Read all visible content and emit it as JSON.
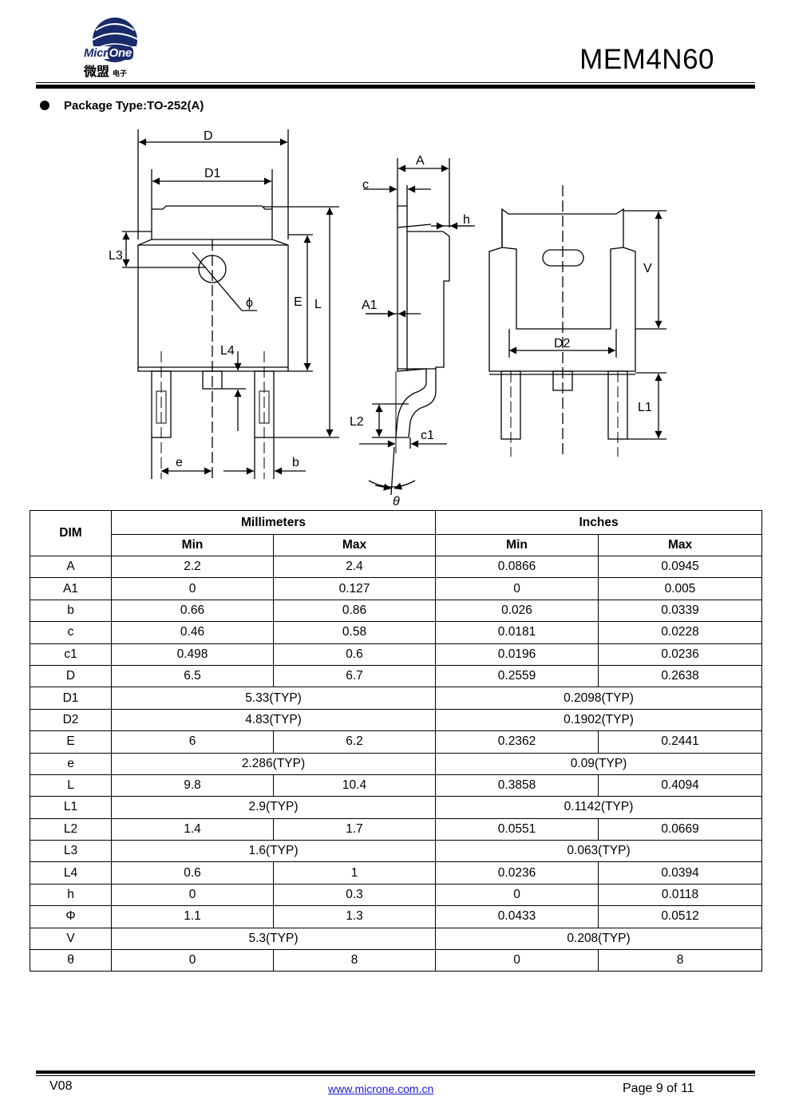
{
  "header": {
    "logo_text_en_a": "Micr",
    "logo_text_en_b": "One",
    "logo_text_cn": "微盟",
    "logo_text_cn_small": "电子",
    "doc_title": "MEM4N60"
  },
  "section": {
    "label": "Package Type:TO-252(A)"
  },
  "diagram_labels": {
    "D": "D",
    "D1": "D1",
    "L3": "L3",
    "phi": "ϕ",
    "E": "E",
    "L": "L",
    "L4": "L4",
    "e": "e",
    "b": "b",
    "A": "A",
    "c": "c",
    "h": "h",
    "A1": "A1",
    "L2": "L2",
    "c1": "c1",
    "theta": "θ",
    "V": "V",
    "D2": "D2",
    "L1": "L1"
  },
  "table": {
    "dim_header": "DIM",
    "mm_header": "Millimeters",
    "in_header": "Inches",
    "min_label": "Min",
    "max_label": "Max",
    "rows": [
      {
        "dim": "A",
        "mm_min": "2.2",
        "mm_max": "2.4",
        "in_min": "0.0866",
        "in_max": "0.0945"
      },
      {
        "dim": "A1",
        "mm_min": "0",
        "mm_max": "0.127",
        "in_min": "0",
        "in_max": "0.005"
      },
      {
        "dim": "b",
        "mm_min": "0.66",
        "mm_max": "0.86",
        "in_min": "0.026",
        "in_max": "0.0339"
      },
      {
        "dim": "c",
        "mm_min": "0.46",
        "mm_max": "0.58",
        "in_min": "0.0181",
        "in_max": "0.0228"
      },
      {
        "dim": "c1",
        "mm_min": "0.498",
        "mm_max": "0.6",
        "in_min": "0.0196",
        "in_max": "0.0236"
      },
      {
        "dim": "D",
        "mm_min": "6.5",
        "mm_max": "6.7",
        "in_min": "0.2559",
        "in_max": "0.2638"
      },
      {
        "dim": "D1",
        "mm_typ": "5.33(TYP)",
        "in_typ": "0.2098(TYP)"
      },
      {
        "dim": "D2",
        "mm_typ": "4.83(TYP)",
        "in_typ": "0.1902(TYP)"
      },
      {
        "dim": "E",
        "mm_min": "6",
        "mm_max": "6.2",
        "in_min": "0.2362",
        "in_max": "0.2441"
      },
      {
        "dim": "e",
        "mm_typ": "2.286(TYP)",
        "in_typ": "0.09(TYP)"
      },
      {
        "dim": "L",
        "mm_min": "9.8",
        "mm_max": "10.4",
        "in_min": "0.3858",
        "in_max": "0.4094"
      },
      {
        "dim": "L1",
        "mm_typ": "2.9(TYP)",
        "in_typ": "0.1142(TYP)"
      },
      {
        "dim": "L2",
        "mm_min": "1.4",
        "mm_max": "1.7",
        "in_min": "0.0551",
        "in_max": "0.0669"
      },
      {
        "dim": "L3",
        "mm_typ": "1.6(TYP)",
        "in_typ": "0.063(TYP)"
      },
      {
        "dim": "L4",
        "mm_min": "0.6",
        "mm_max": "1",
        "in_min": "0.0236",
        "in_max": "0.0394"
      },
      {
        "dim": "h",
        "mm_min": "0",
        "mm_max": "0.3",
        "in_min": "0",
        "in_max": "0.0118"
      },
      {
        "dim": "Φ",
        "mm_min": "1.1",
        "mm_max": "1.3",
        "in_min": "0.0433",
        "in_max": "0.0512"
      },
      {
        "dim": "V",
        "mm_typ": "5.3(TYP)",
        "in_typ": "0.208(TYP)"
      },
      {
        "dim": "θ",
        "mm_min": "0",
        "mm_max": "8",
        "in_min": "0",
        "in_max": "8"
      }
    ]
  },
  "footer": {
    "version": "V08",
    "url": "www.microne.com.cn",
    "page": "Page 9 of 11"
  },
  "colors": {
    "logo_blue": "#1a2b6b",
    "link_blue": "#1a1ad6"
  }
}
